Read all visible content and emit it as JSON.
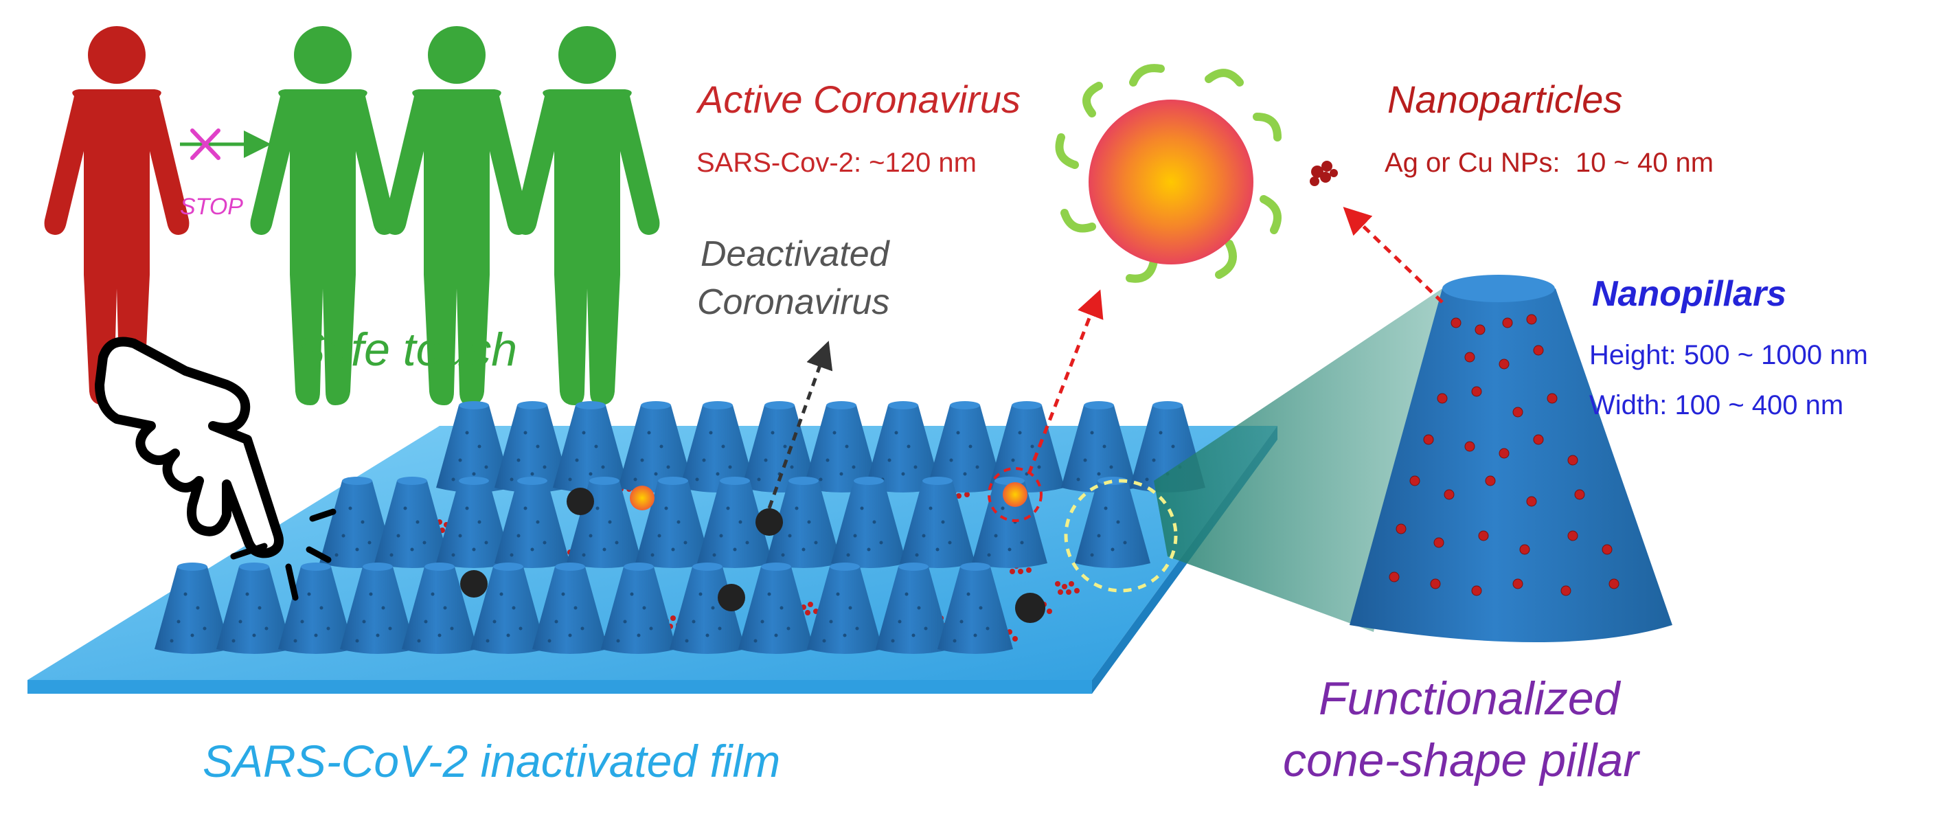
{
  "colors": {
    "infected_person": "#c0201c",
    "safe_person": "#3aa83a",
    "stop": "#e040c8",
    "coronavirus": "#c8282a",
    "nanoparticles": "#b81e1e",
    "nanopillars": "#2424d8",
    "functionalized": "#7a2aa8",
    "film_label": "#29a9e6",
    "deactivated": "#4a4a4a",
    "cone": "#2c78bd",
    "film": "#3fa7e6",
    "nanoparticle_dot": "#c41e1e"
  },
  "labels": {
    "stop": "STOP",
    "safe_touch": "Safe touch",
    "deactivated_line1": "Deactivated",
    "deactivated_line2": "Coronavirus",
    "active_coronavirus": "Active Coronavirus",
    "sars_size": "SARS-Cov-2: ~120 nm",
    "nanoparticles": "Nanoparticles",
    "np_size": "Ag or Cu NPs:  10 ~ 40 nm",
    "nanopillars": "Nanopillars",
    "height": "Height: 500 ~ 1000 nm",
    "width": "Width: 100 ~ 400 nm",
    "film": "SARS-CoV-2 inactivated film",
    "functionalized_line1": "Functionalized",
    "functionalized_line2": "cone-shape pillar"
  },
  "icons": [
    "person-icon",
    "pointing-hand-icon",
    "coronavirus-icon",
    "nanoparticle-icon",
    "stop-cross-icon"
  ]
}
